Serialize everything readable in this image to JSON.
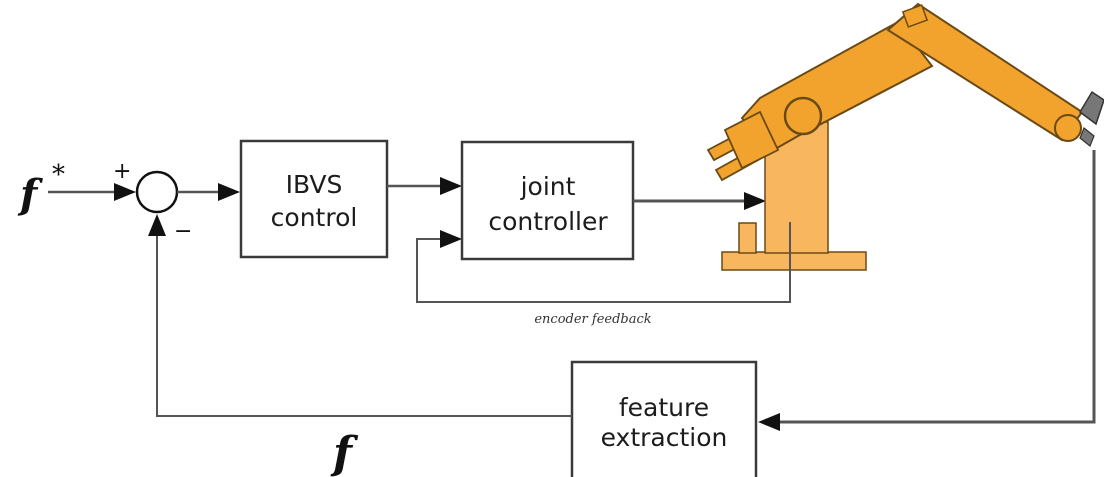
{
  "signals": {
    "reference": "f",
    "reference_superscript": "*",
    "feedback": "f",
    "plus_sign": "+",
    "minus_sign": "−"
  },
  "blocks": {
    "ibvs_line1": "IBVS",
    "ibvs_line2": "control",
    "joint_line1": "joint",
    "joint_line2": "controller",
    "feature_line1": "feature",
    "feature_line2": "extraction"
  },
  "annotations": {
    "encoder_feedback": "encoder feedback"
  },
  "colors": {
    "robot_orange": "#f2a32e",
    "robot_light": "#f8b75f",
    "robot_outline": "#6a4a14",
    "camera_gray": "#777777",
    "wire": "#555555"
  }
}
